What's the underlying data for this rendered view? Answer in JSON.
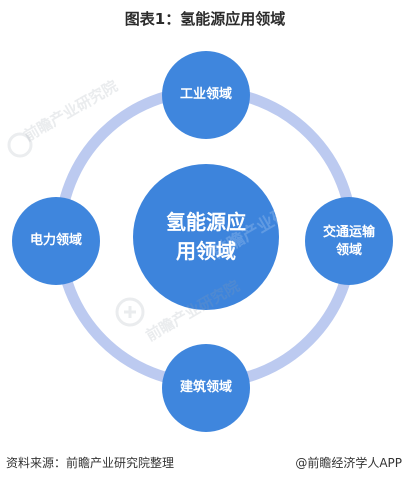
{
  "title": "图表1：氢能源应用领域",
  "center": {
    "line1": "氢能源应",
    "line2": "用领域"
  },
  "nodes": {
    "top": {
      "label": "工业领域"
    },
    "left": {
      "label": "电力领域"
    },
    "right": {
      "line1": "交通运输",
      "line2": "领域"
    },
    "bottom": {
      "label": "建筑领域"
    }
  },
  "watermark": "前瞻产业研究院",
  "footer": {
    "source": "资料来源：前瞻产业研究院整理",
    "brand": "@前瞻经济学人APP"
  },
  "colors": {
    "node_fill": "#3f86dd",
    "ring": "#bccaf0",
    "center_fill": "#3d84dc"
  }
}
